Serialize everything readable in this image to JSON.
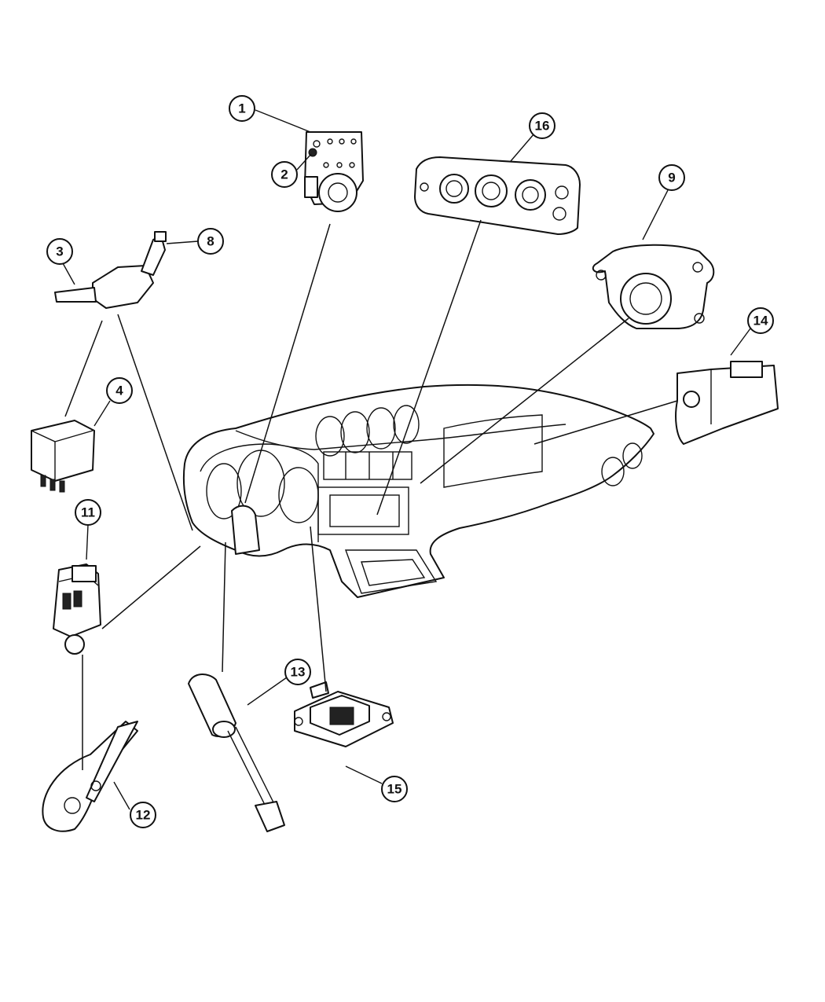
{
  "callouts": {
    "c1": "1",
    "c2": "2",
    "c3": "3",
    "c4": "4",
    "c8": "8",
    "c9": "9",
    "c11": "11",
    "c12": "12",
    "c13": "13",
    "c14": "14",
    "c15": "15",
    "c16": "16"
  }
}
